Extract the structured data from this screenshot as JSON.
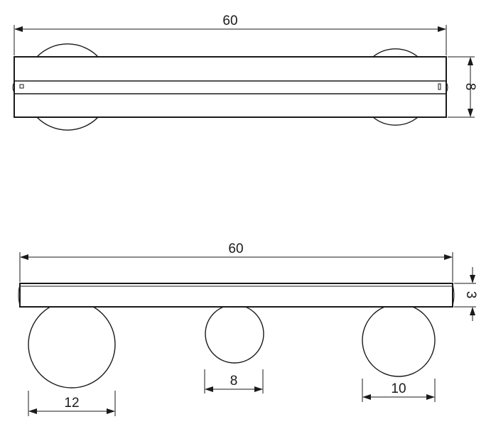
{
  "top_view": {
    "length_label": "60",
    "depth_label": "8"
  },
  "front_view": {
    "length_label": "60",
    "thickness_label": "3",
    "globes": [
      {
        "diameter_label": "12"
      },
      {
        "diameter_label": "8"
      },
      {
        "diameter_label": "10"
      }
    ]
  },
  "colors": {
    "line": "#1a1a1a",
    "background": "#ffffff"
  }
}
